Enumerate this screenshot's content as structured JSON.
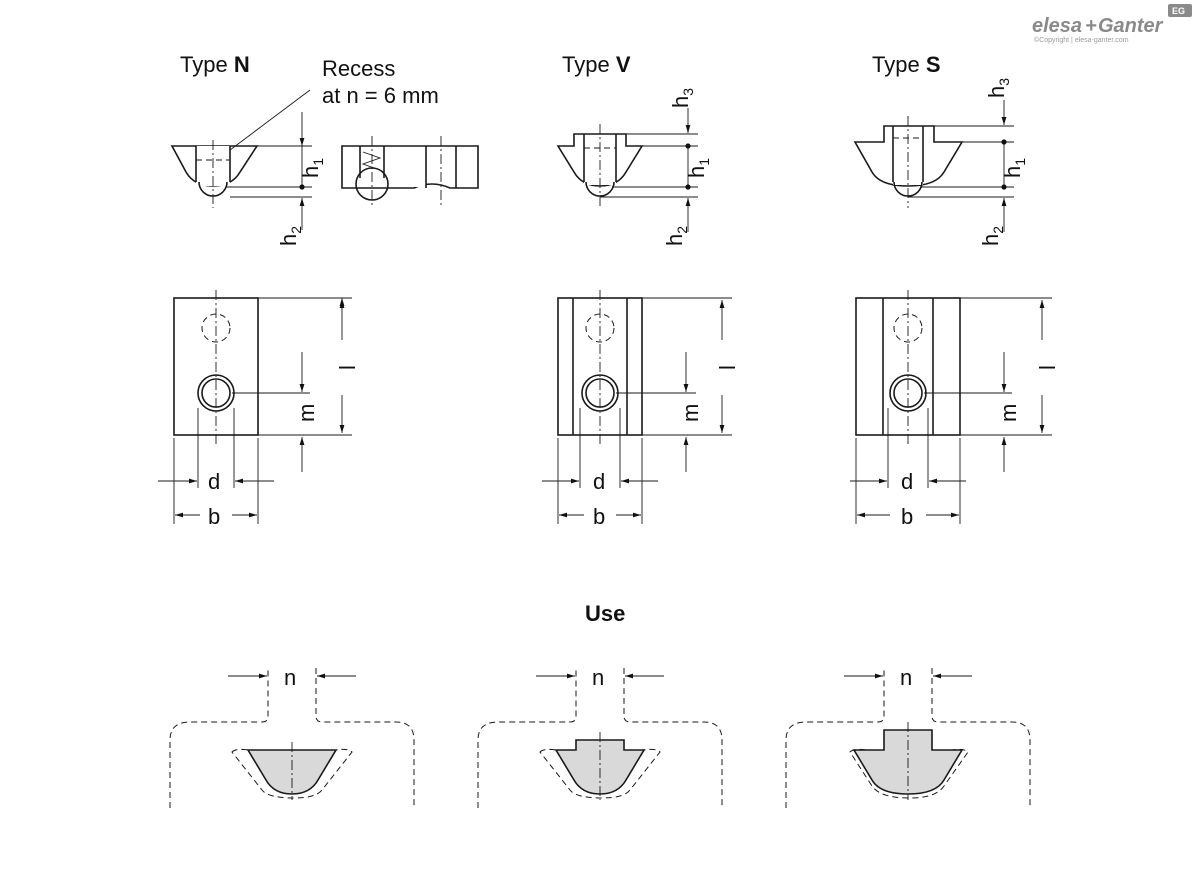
{
  "brand": {
    "logo_left": "elesa",
    "logo_plus": "+",
    "logo_right": "Ganter",
    "badge": "EG",
    "copyright": "©Copyright | elesa-ganter.com"
  },
  "types": {
    "n": {
      "prefix": "Type ",
      "letter": "N"
    },
    "v": {
      "prefix": "Type ",
      "letter": "V"
    },
    "s": {
      "prefix": "Type ",
      "letter": "S"
    }
  },
  "recess_note": {
    "line1": "Recess",
    "line2": "at n = 6 mm"
  },
  "dims": {
    "h1": "h",
    "h1_sub": "1",
    "h2": "h",
    "h2_sub": "2",
    "h3": "h",
    "h3_sub": "3",
    "l": "l",
    "m": "m",
    "d": "d",
    "b": "b",
    "n": "n"
  },
  "use_heading": "Use"
}
